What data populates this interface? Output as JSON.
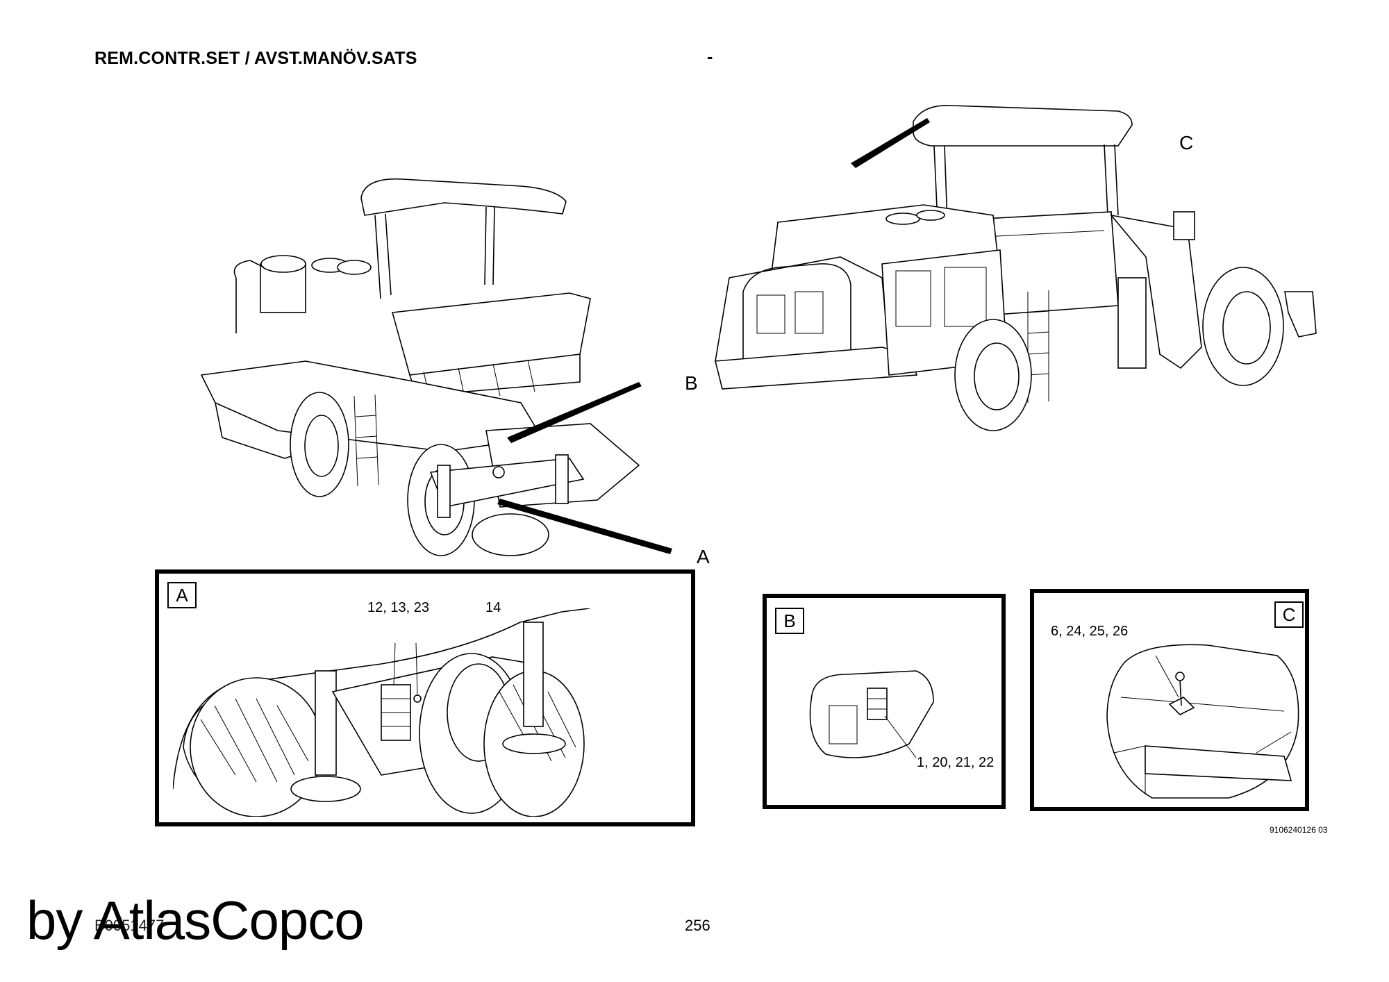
{
  "header": {
    "title": "REM.CONTR.SET / AVST.MANÖV.SATS",
    "dash": "-"
  },
  "callouts": {
    "a": "A",
    "b": "B",
    "c": "C"
  },
  "details": {
    "a": {
      "tag": "A",
      "labels": [
        "12, 13, 23",
        "14"
      ]
    },
    "b": {
      "tag": "B",
      "labels": [
        "1, 20, 21, 22"
      ]
    },
    "c": {
      "tag": "C",
      "labels": [
        "6, 24, 25, 26"
      ]
    }
  },
  "footer": {
    "drawing_id": "9106240126 03",
    "doc_number": "B0051477",
    "page_number": "256",
    "watermark": "by AtlasCopco"
  }
}
